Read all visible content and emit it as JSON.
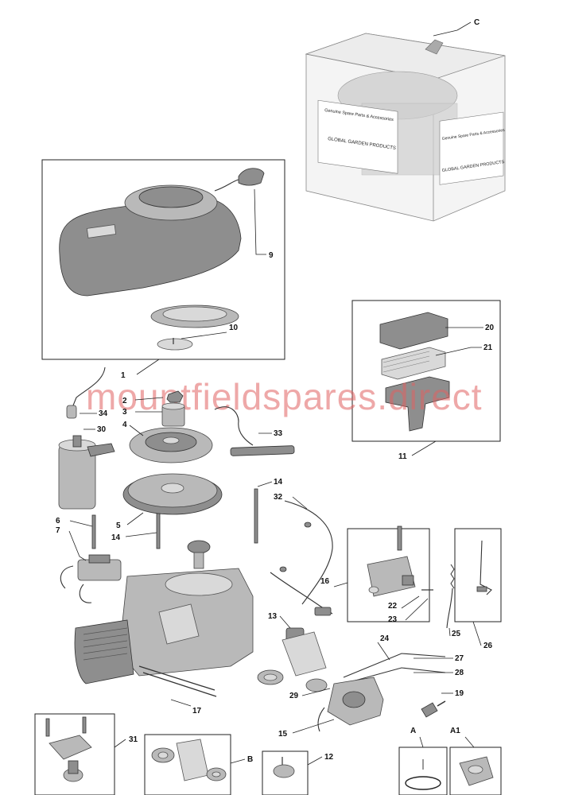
{
  "watermark": "mountfieldspares.direct",
  "labels": {
    "c": "C",
    "p1": "1",
    "p2": "2",
    "p3": "3",
    "p4": "4",
    "p5": "5",
    "p6": "6",
    "p7": "7",
    "p9": "9",
    "p10": "10",
    "p11": "11",
    "p12": "12",
    "p13": "13",
    "p14a": "14",
    "p14b": "14",
    "p15": "15",
    "p16": "16",
    "p17": "17",
    "p19": "19",
    "p20": "20",
    "p21": "21",
    "p22": "22",
    "p23": "23",
    "p24": "24",
    "p25": "25",
    "p26": "26",
    "p27": "27",
    "p28": "28",
    "p29": "29",
    "p30": "30",
    "p31": "31",
    "p32": "32",
    "p33": "33",
    "p34": "34",
    "a": "A",
    "a1": "A1",
    "b": "B"
  },
  "box_text": {
    "genuine": "Genuine Spare Parts & Accessories",
    "brand": "GLOBAL GARDEN PRODUCTS"
  }
}
